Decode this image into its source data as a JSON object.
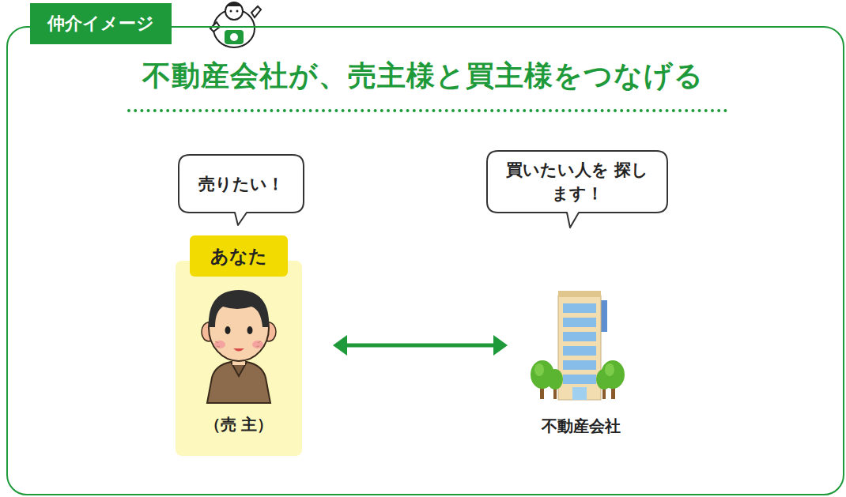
{
  "diagram": {
    "title": "不動産会社が、売主様と買主様をつなげる",
    "nodes": [
      {
        "text": [
          "仲介イメージ"
        ]
      },
      {
        "text": [
          "売りたい！"
        ],
        "in": 0
      },
      {
        "text": [
          "あなた",
          "（売 主）"
        ],
        "in": 0
      },
      {
        "text": [
          "買いたい人を 探します！"
        ],
        "in": 0
      },
      {
        "text": [
          "不動産会社"
        ],
        "in": 0
      }
    ],
    "edges": [
      {
        "from": 2,
        "to": 4,
        "arrow": "both"
      }
    ]
  }
}
